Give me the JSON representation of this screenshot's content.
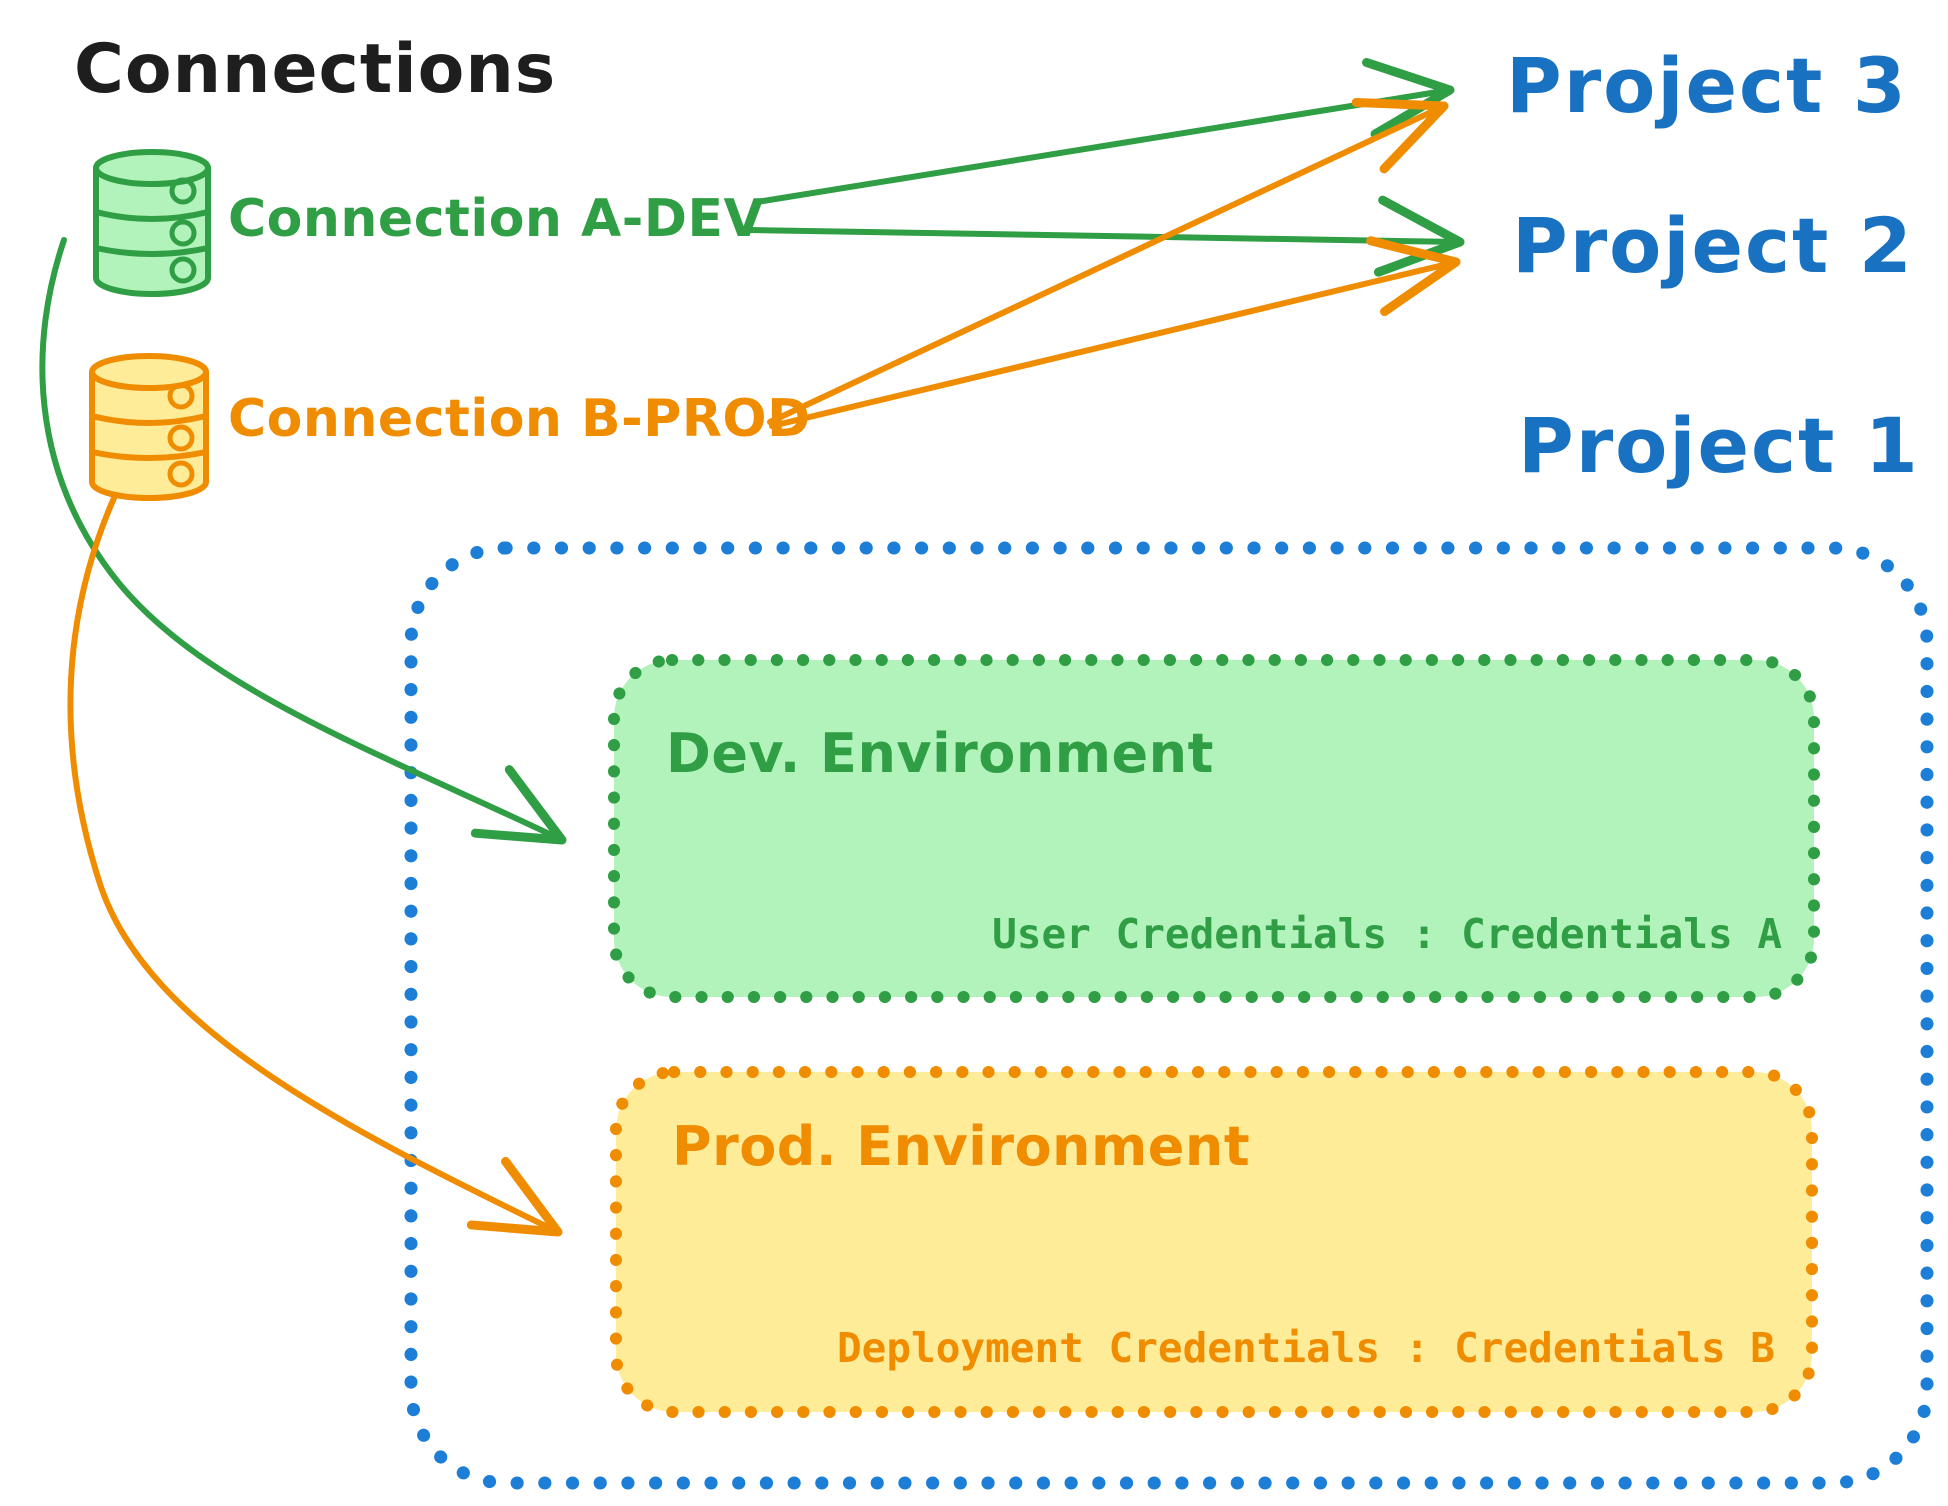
{
  "title": "Connections",
  "colors": {
    "ink": "#1e1e1e",
    "green": "#2f9e44",
    "green_fill": "#b2f2bb",
    "orange": "#f08c00",
    "orange_fill": "#ffec99",
    "blue": "#1971c2",
    "blue_border": "#1c7ed6"
  },
  "connections": [
    {
      "label": "Connection A-DEV",
      "type": "database",
      "color": "green"
    },
    {
      "label": "Connection B-PROD",
      "type": "database",
      "color": "orange"
    }
  ],
  "projects": [
    {
      "label": "Project 3"
    },
    {
      "label": "Project 2"
    },
    {
      "label": "Project 1"
    }
  ],
  "project1": {
    "dev_environment": {
      "title": "Dev. Environment",
      "credentials": "User Credentials : Credentials A"
    },
    "prod_environment": {
      "title": "Prod. Environment",
      "credentials": "Deployment Credentials : Credentials B"
    }
  },
  "edges": [
    {
      "from": "Connection A-DEV",
      "to": "Project 3"
    },
    {
      "from": "Connection A-DEV",
      "to": "Project 2"
    },
    {
      "from": "Connection B-PROD",
      "to": "Project 3"
    },
    {
      "from": "Connection B-PROD",
      "to": "Project 2"
    },
    {
      "from": "Connection A-DEV",
      "to": "Dev. Environment"
    },
    {
      "from": "Connection B-PROD",
      "to": "Prod. Environment"
    }
  ]
}
